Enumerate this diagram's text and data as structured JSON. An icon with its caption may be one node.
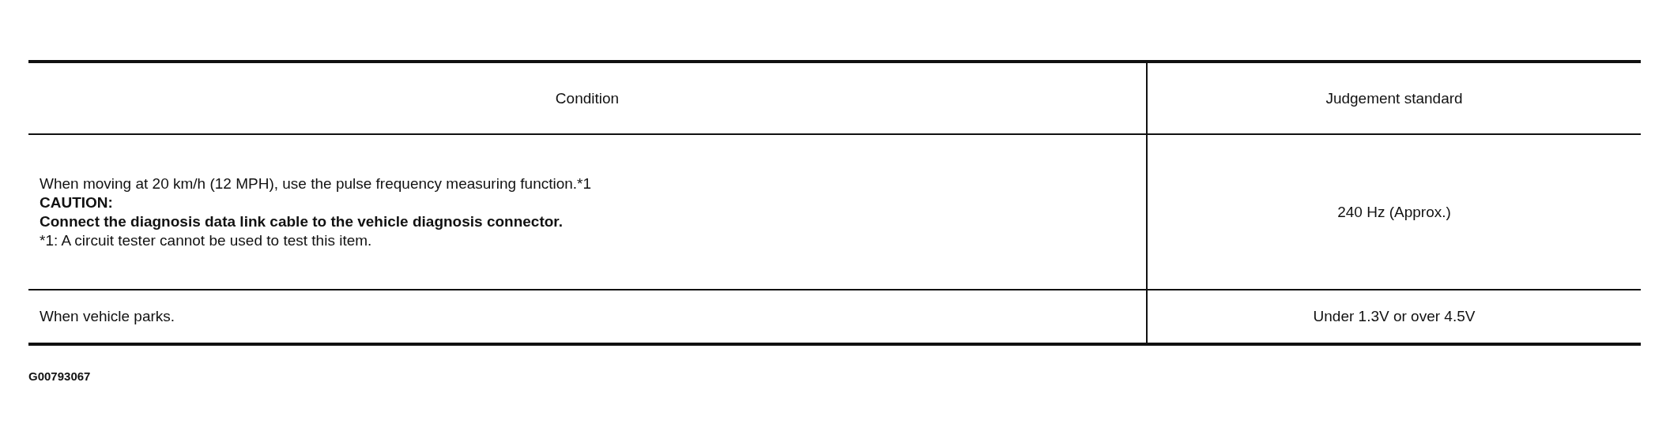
{
  "diagram": {
    "labels": [
      "Condition",
      "Judgement standard",
      "When moving at 20 km/h (12 MPH), use the pulse frequency measuring function.*1",
      "CAUTION:",
      "Connect the diagnosis data link cable to the vehicle diagnosis connector.",
      "*1: A circuit tester cannot be used to test this item.",
      "240 Hz (Approx.)",
      "When vehicle parks.",
      "Under 1.3V or over 4.5V",
      "G00793067"
    ]
  }
}
